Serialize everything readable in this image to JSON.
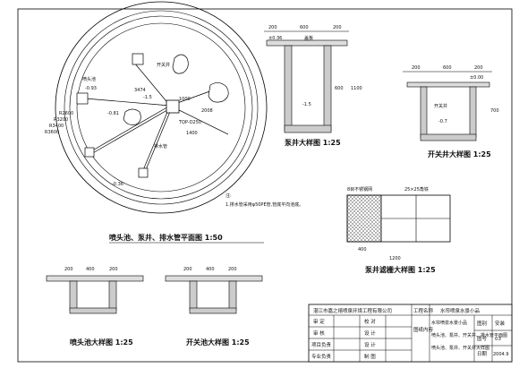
{
  "plan": {
    "title": "喷头池、泵井、排水管平面图 1:50",
    "labels": {
      "jet_pool": "喷头池",
      "switch_well": "开关井",
      "drain_pipe": "排水管",
      "pump": "TQP-D250"
    },
    "elevations": [
      "-0.93",
      "-0.81",
      "-0.36",
      "-1.5"
    ],
    "radii": [
      "R2600",
      "R3200",
      "R3400",
      "R3600"
    ],
    "dims": [
      "3474",
      "1000",
      "2008",
      "1400"
    ],
    "note_title": "注:",
    "note_text": "1.排水管采用φ50PE管,管底平向池底。"
  },
  "pump_well": {
    "title": "泵井大样图 1:25",
    "elev_top": "±0.36",
    "elev_bottom": "-1.5",
    "label_top": "盖板",
    "label_side": "600",
    "dims": [
      "200",
      "600",
      "200",
      "1100"
    ]
  },
  "switch_well": {
    "title": "开关井大样图 1:25",
    "elev_top": "±0.00",
    "elev_bottom": "-0.7",
    "label": "开关井",
    "dims": [
      "200",
      "600",
      "200",
      "700"
    ]
  },
  "filter": {
    "title": "泵井滤栅大样图 1:25",
    "label_left": "8目不锈钢网",
    "label_right": "25×25角铁",
    "dims": [
      "400",
      "1200"
    ]
  },
  "jet_detail": {
    "title": "喷头池大样图 1:25",
    "dims": [
      "200",
      "400",
      "200"
    ]
  },
  "switch_detail": {
    "title": "开关池大样图 1:25",
    "dims": [
      "200",
      "400",
      "200"
    ]
  },
  "title_block": {
    "company": "湛江市嘉之禧喷泉环境工程有限公司",
    "project_label": "工程名称",
    "project_name": "水帘喷泉水景小品",
    "rows": [
      [
        "审 定",
        "校 对"
      ],
      [
        "审 核",
        "设 计"
      ],
      [
        "项目负责",
        "设 计"
      ],
      [
        "专业负责",
        "制 图"
      ]
    ],
    "drawing_label": "图纸内容",
    "drawing_name": "喷头池、泵井、开关井、排水管平面图",
    "drawing_name2": "喷头池、泵井、开关井大样图",
    "meta_labels": [
      "图别",
      "图号",
      "日期"
    ],
    "meta_values": [
      "安装",
      "03",
      "2004.9"
    ],
    "sub_label": "水帘喷泉水景小品"
  }
}
